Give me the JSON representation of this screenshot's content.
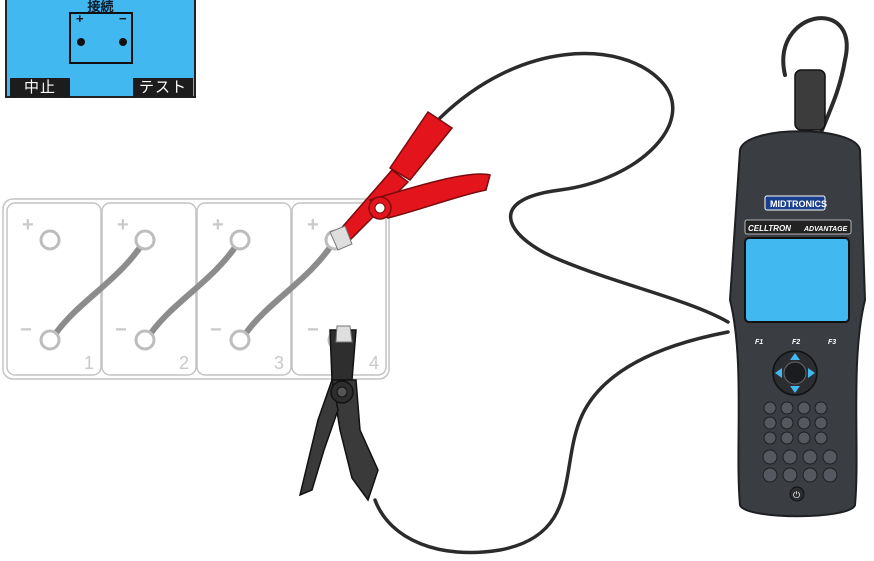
{
  "lcd": {
    "title": "接続",
    "plus": "+",
    "minus": "−",
    "left_key": "中止",
    "right_key": "テスト",
    "background": "#41b8f0"
  },
  "battery": {
    "cells": [
      "1",
      "2",
      "3",
      "4"
    ],
    "plus_sign": "+",
    "minus_sign": "−"
  },
  "tester": {
    "brand": "MIDTRONICS",
    "model_left": "CELLTRON",
    "model_right": "ADVANTAGE",
    "function_keys": [
      "F1",
      "F2",
      "F3"
    ],
    "screen_color": "#41b8f0",
    "body_color": "#3a3d42"
  },
  "clamps": {
    "positive_color": "#e3141b",
    "negative_color": "#2e2e2e"
  }
}
